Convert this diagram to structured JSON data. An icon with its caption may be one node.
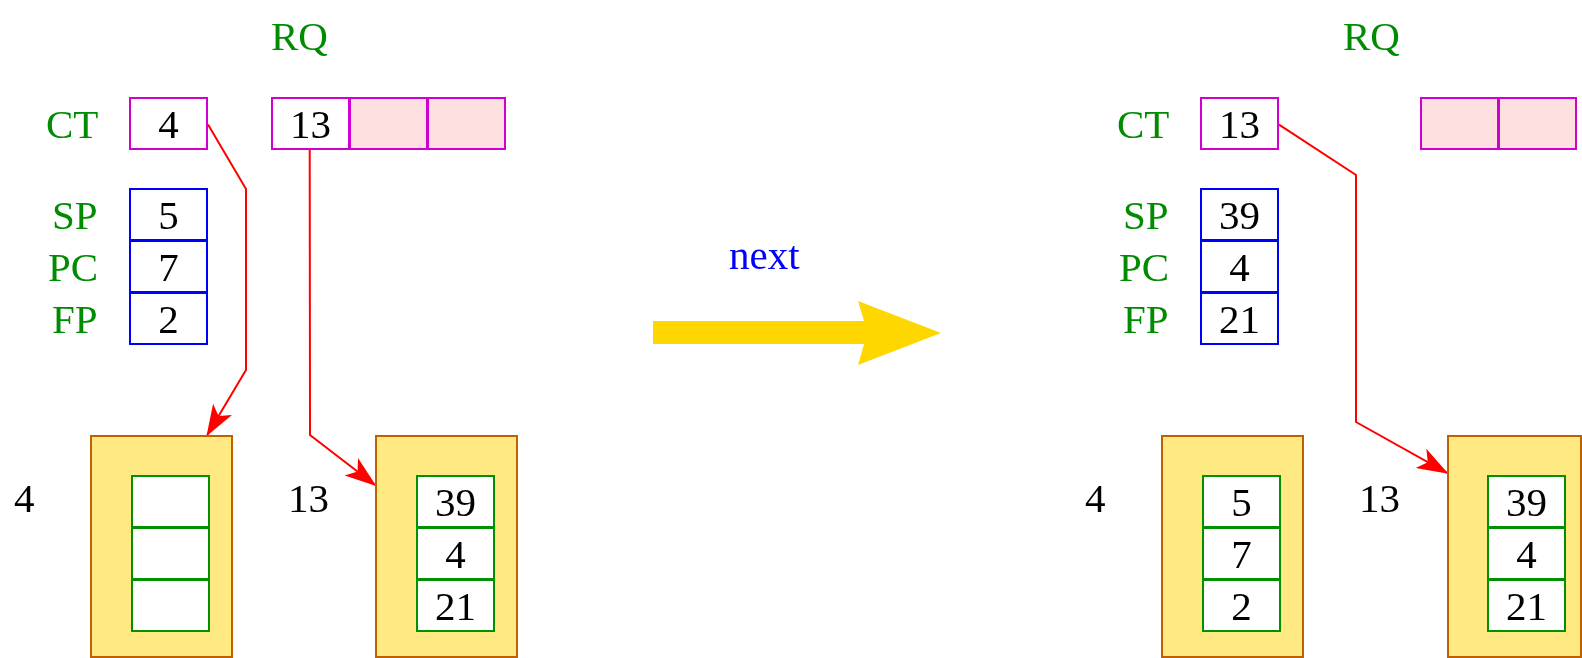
{
  "diagram": {
    "nodes": [
      {
        "text": [
          "4"
        ],
        "beside": [
          "CT"
        ]
      },
      {
        "text": [
          "13"
        ],
        "beside": [
          "RQ"
        ]
      },
      {
        "text": [],
        "shape": "box"
      },
      {
        "text": [],
        "shape": "box"
      },
      {
        "text": [
          "5"
        ],
        "beside": [
          "SP"
        ]
      },
      {
        "text": [
          "7"
        ],
        "beside": [
          "PC"
        ]
      },
      {
        "text": [
          "2"
        ],
        "beside": [
          "FP"
        ]
      },
      {
        "text": [],
        "shape": "box",
        "beside": [
          "4"
        ]
      },
      {
        "text": [],
        "shape": "box",
        "in": 7
      },
      {
        "text": [],
        "shape": "box",
        "in": 7
      },
      {
        "text": [],
        "shape": "box",
        "in": 7
      },
      {
        "text": [],
        "shape": "box",
        "beside": [
          "13"
        ]
      },
      {
        "text": [
          "39"
        ],
        "in": 11
      },
      {
        "text": [
          "4"
        ],
        "in": 11
      },
      {
        "text": [
          "21"
        ],
        "in": 11
      },
      {
        "text": [
          "13"
        ],
        "beside": [
          "CT"
        ]
      },
      {
        "text": [],
        "shape": "box",
        "beside": [
          "RQ"
        ]
      },
      {
        "text": [],
        "shape": "box"
      },
      {
        "text": [
          "39"
        ],
        "beside": [
          "SP"
        ]
      },
      {
        "text": [
          "4"
        ],
        "beside": [
          "PC"
        ]
      },
      {
        "text": [
          "21"
        ],
        "beside": [
          "FP"
        ]
      },
      {
        "text": [],
        "shape": "box",
        "beside": [
          "4"
        ]
      },
      {
        "text": [
          "5"
        ],
        "in": 21
      },
      {
        "text": [
          "7"
        ],
        "in": 21
      },
      {
        "text": [
          "2"
        ],
        "in": 21
      },
      {
        "text": [],
        "shape": "box",
        "beside": [
          "13"
        ]
      },
      {
        "text": [
          "39"
        ],
        "in": 25
      },
      {
        "text": [
          "4"
        ],
        "in": 25
      },
      {
        "text": [
          "21"
        ],
        "in": 25
      }
    ],
    "edges": [
      {
        "from": 0,
        "to": 7,
        "arrow": "to"
      },
      {
        "from": 1,
        "to": 11,
        "arrow": "to"
      },
      {
        "from": 15,
        "to": 25,
        "arrow": "to"
      }
    ],
    "labels": [
      "next"
    ]
  }
}
